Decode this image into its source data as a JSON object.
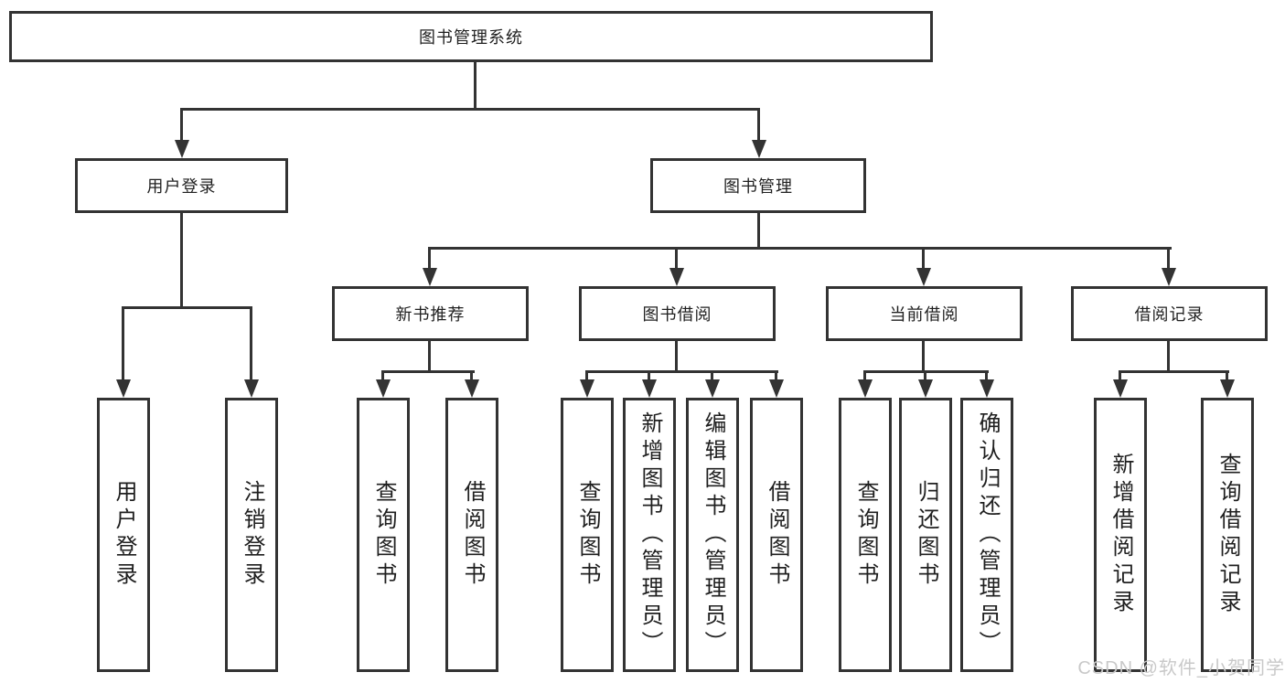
{
  "diagram": {
    "root": {
      "label": "图书管理系统"
    },
    "level2": [
      {
        "label": "用户登录"
      },
      {
        "label": "图书管理"
      }
    ],
    "level3": [
      {
        "label": "新书推荐"
      },
      {
        "label": "图书借阅"
      },
      {
        "label": "当前借阅"
      },
      {
        "label": "借阅记录"
      }
    ],
    "leaves": [
      {
        "label": "用户登录"
      },
      {
        "label": "注销登录"
      },
      {
        "label": "查询图书"
      },
      {
        "label": "借阅图书"
      },
      {
        "label": "查询图书"
      },
      {
        "label": "新增图书（管理员）"
      },
      {
        "label": "编辑图书（管理员）"
      },
      {
        "label": "借阅图书"
      },
      {
        "label": "查询图书"
      },
      {
        "label": "归还图书"
      },
      {
        "label": "确认归还（管理员）"
      },
      {
        "label": "新增借阅记录"
      },
      {
        "label": "查询借阅记录"
      }
    ],
    "watermark": "CSDN @软件_小贺同学",
    "colors": {
      "line": "#333333",
      "text": "#1f1f1f",
      "watermark": "#c9c9c9",
      "background": "#ffffff"
    }
  }
}
